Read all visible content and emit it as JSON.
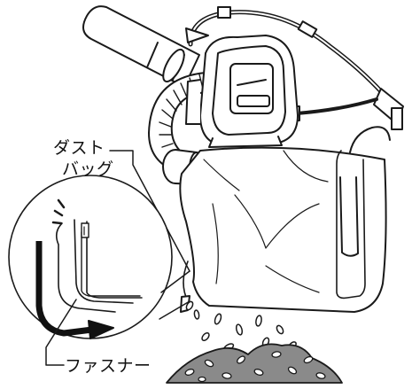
{
  "labels": {
    "dust_bag_line1": "ダスト",
    "dust_bag_line2": "バッグ",
    "zipper": "ファスナー"
  }
}
